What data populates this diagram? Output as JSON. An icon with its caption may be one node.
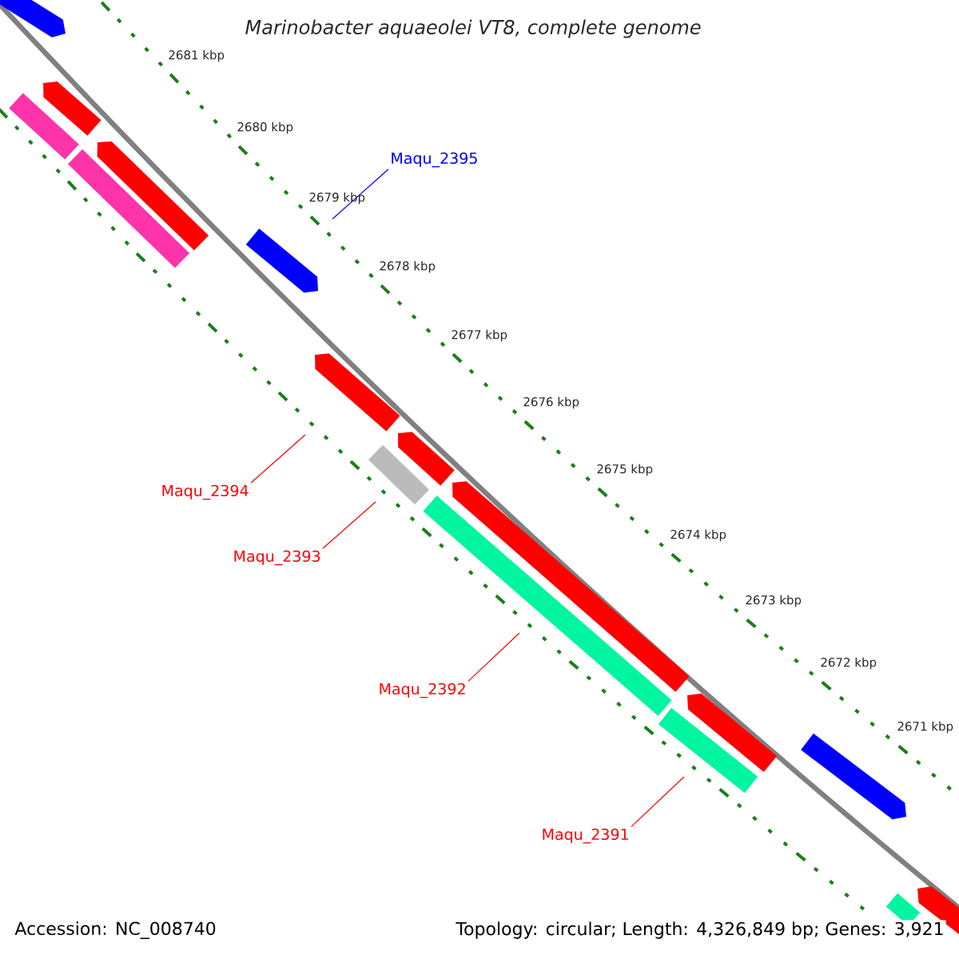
{
  "diagram": {
    "title": "Marinobacter aquaeolei VT8, complete genome",
    "nodes": [
      {
        "text": [
          "Maqu_2395"
        ]
      },
      {
        "text": [
          "Maqu_2394"
        ]
      },
      {
        "text": [
          "Maqu_2393"
        ]
      },
      {
        "text": [
          "Maqu_2392"
        ]
      },
      {
        "text": [
          "Maqu_2391"
        ]
      }
    ],
    "edges": [
      {
        "from": 0,
        "to": null,
        "arrow": "none",
        "color": "#0000ff"
      },
      {
        "from": 1,
        "to": null,
        "arrow": "none"
      },
      {
        "from": 2,
        "to": null,
        "arrow": "none"
      },
      {
        "from": 3,
        "to": null,
        "arrow": "none"
      },
      {
        "from": 4,
        "to": null,
        "arrow": "none"
      }
    ],
    "labels": [
      "2681 kbp",
      "2680 kbp",
      "2679 kbp",
      "2678 kbp",
      "2677 kbp",
      "2676 kbp",
      "2675 kbp",
      "2674 kbp",
      "2673 kbp",
      "2672 kbp",
      "2671 kbp",
      "Accession: NC_008740",
      "Topology: circular; Length: 4,326,849 bp; Genes: 3,921"
    ]
  }
}
